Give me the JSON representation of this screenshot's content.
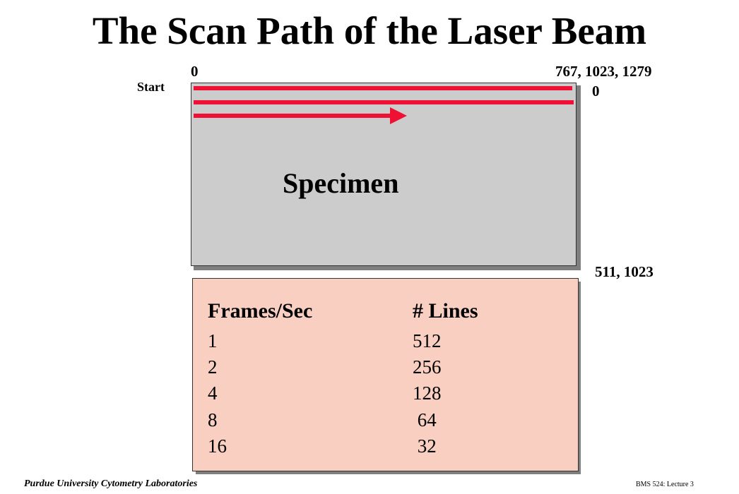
{
  "title": "The Scan Path of the Laser Beam",
  "labels": {
    "start": "Start",
    "top_left": "0",
    "top_right": "767, 1023, 1279",
    "right_zero": "0",
    "bottom_right": "511, 1023",
    "specimen": "Specimen"
  },
  "table": {
    "headers": [
      "Frames/Sec",
      "# Lines"
    ],
    "rows": [
      [
        "1",
        "512"
      ],
      [
        "2",
        "256"
      ],
      [
        "4",
        "128"
      ],
      [
        "8",
        " 64"
      ],
      [
        "16",
        " 32"
      ]
    ]
  },
  "footer": {
    "left": "Purdue University Cytometry Laboratories",
    "right": "BMS 524: Lecture 3"
  },
  "colors": {
    "scan_line": "#ee1133",
    "specimen_fill": "#cccccc",
    "table_fill": "#f9cfc2"
  }
}
